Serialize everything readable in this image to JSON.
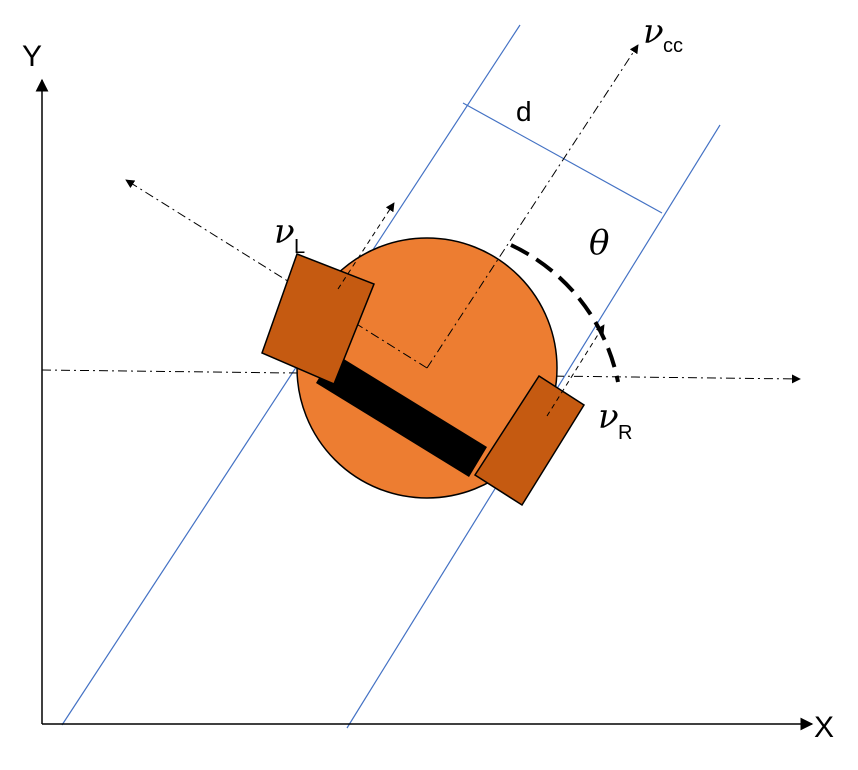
{
  "axes": {
    "x_label": "X",
    "y_label": "Y"
  },
  "labels": {
    "distance": "d",
    "angle": "θ",
    "velocity_symbol": "ν",
    "left_subscript": "L",
    "right_subscript": "R",
    "center_subscript": "cc"
  },
  "colors": {
    "body_fill": "#ED7D31",
    "wheel_fill": "#C55A11",
    "axle_fill": "#000000",
    "guide_line": "#4472C4",
    "outline": "#000000"
  }
}
